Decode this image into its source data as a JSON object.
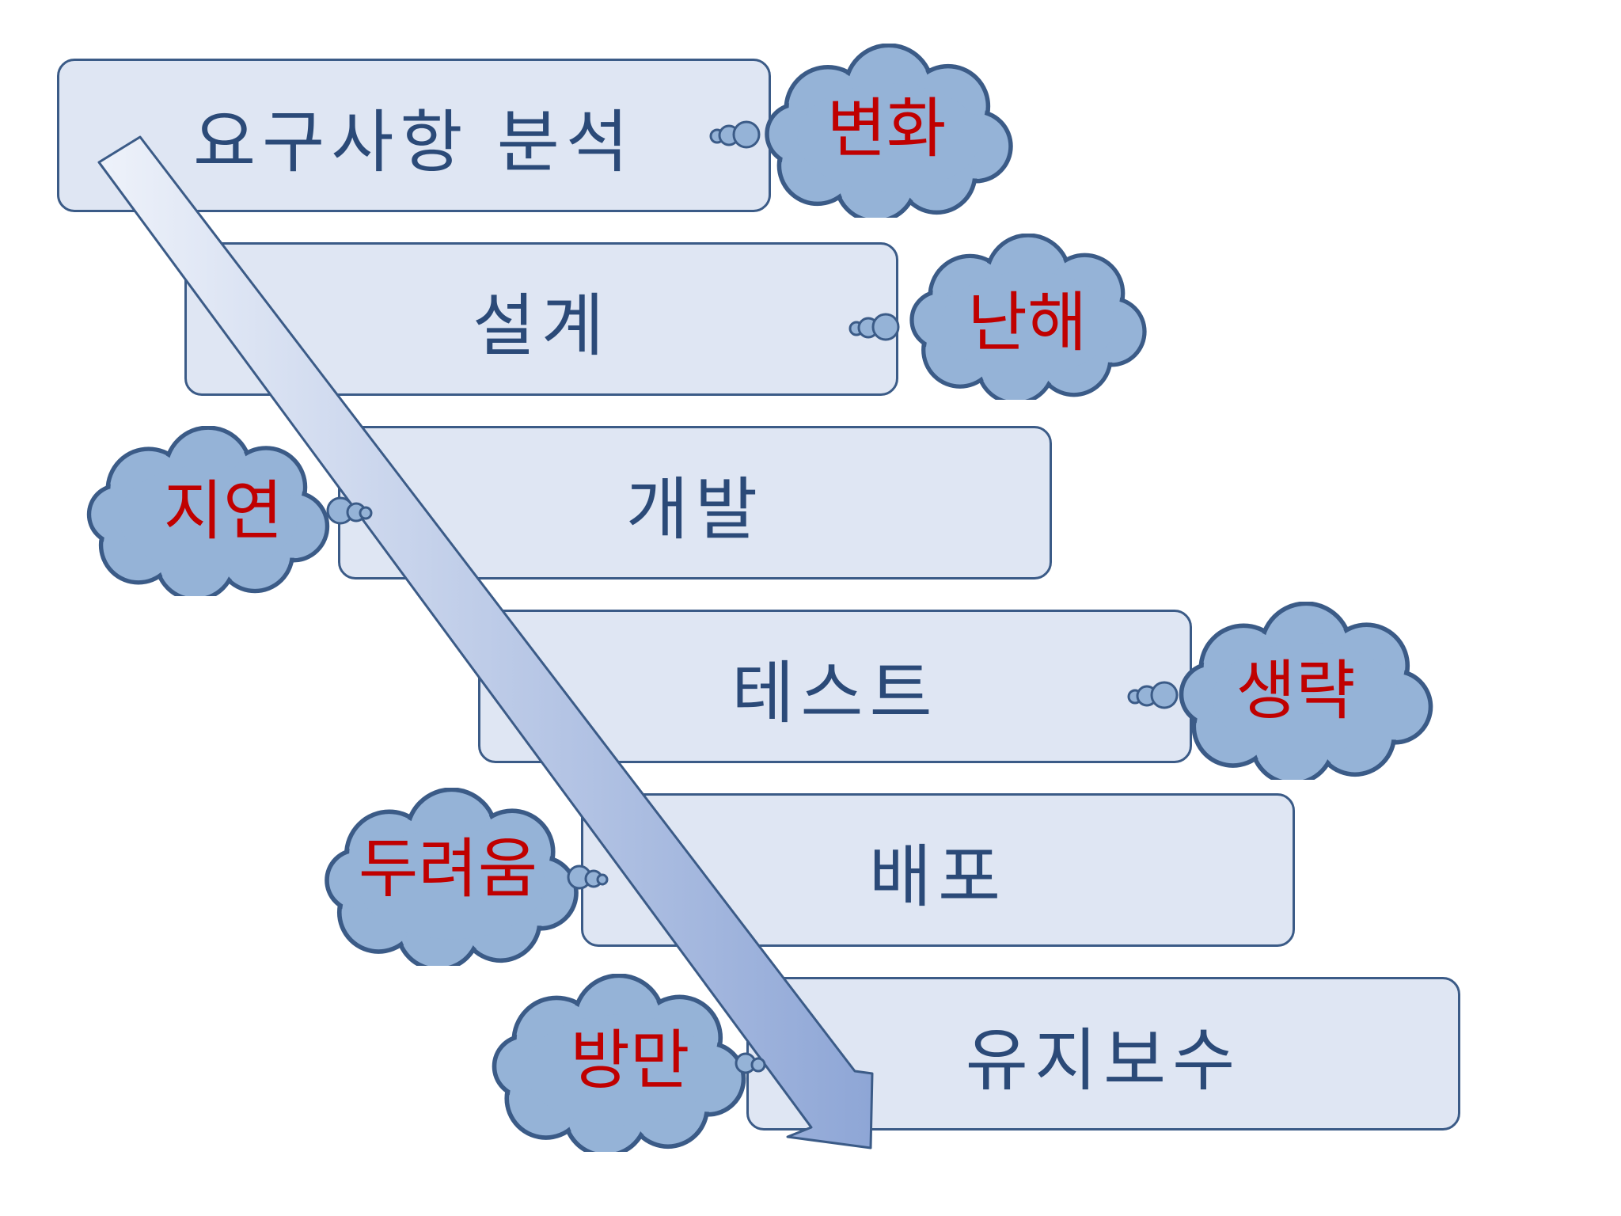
{
  "steps": [
    {
      "label": "요구사항 분석"
    },
    {
      "label": "설계"
    },
    {
      "label": "개발"
    },
    {
      "label": "테스트"
    },
    {
      "label": "배포"
    },
    {
      "label": "유지보수"
    }
  ],
  "clouds": [
    {
      "label": "변화"
    },
    {
      "label": "난해"
    },
    {
      "label": "지연"
    },
    {
      "label": "생략"
    },
    {
      "label": "두려움"
    },
    {
      "label": "방만"
    }
  ],
  "colors": {
    "box_fill": "#dfe6f3",
    "box_border": "#3b5b87",
    "step_text": "#2b4a78",
    "cloud_fill": "#95b3d7",
    "cloud_border": "#3b5b87",
    "cloud_text": "#c00000",
    "arrow_light": "#eef2fa",
    "arrow_dark": "#8ea6d6"
  }
}
